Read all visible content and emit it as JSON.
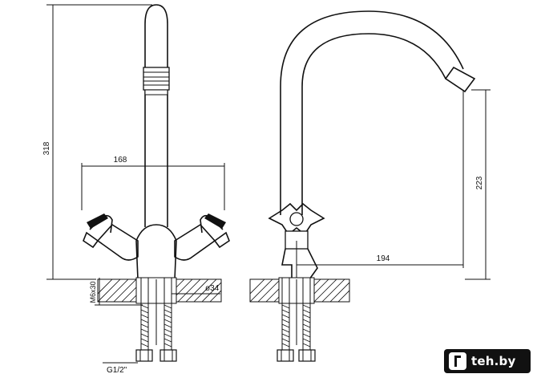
{
  "dimensions": {
    "height_total": "318",
    "handle_span": "168",
    "thread_depth": "M6x30",
    "base_diameter": "ø34",
    "connector_thread": "G1/2\"",
    "spout_height": "223",
    "spout_reach": "194"
  },
  "watermark": {
    "text": "teh.by",
    "icon": "brand-logo-icon"
  }
}
